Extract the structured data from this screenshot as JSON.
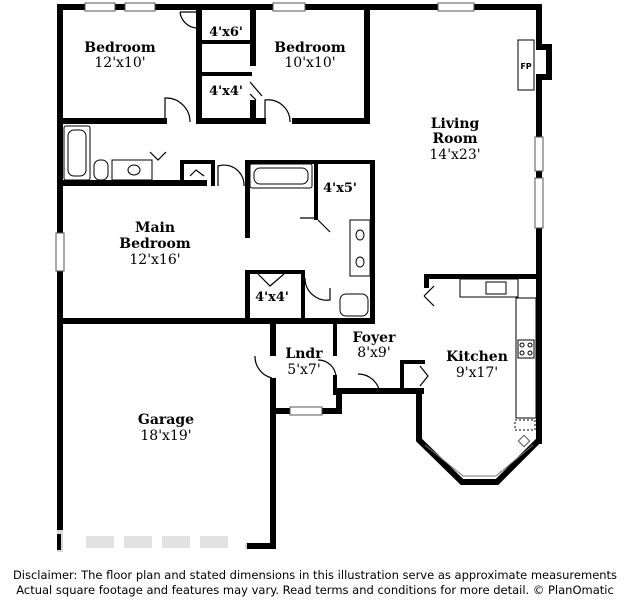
{
  "rooms": {
    "bedroom_a": {
      "name": "Bedroom",
      "dim": "12'x10'"
    },
    "closet_a": {
      "dim": "4'x6'"
    },
    "bedroom_b": {
      "name": "Bedroom",
      "dim": "10'x10'"
    },
    "closet_b": {
      "dim": "4'x4'"
    },
    "living": {
      "name_line1": "Living",
      "name_line2": "Room",
      "dim": "14'x23'"
    },
    "fireplace": {
      "label": "FP"
    },
    "closet_c": {
      "dim": "4'x5'"
    },
    "main_bedroom": {
      "name_line1": "Main",
      "name_line2": "Bedroom",
      "dim": "12'x16'"
    },
    "closet_d": {
      "dim": "4'x4'"
    },
    "foyer": {
      "name": "Foyer",
      "dim": "8'x9'"
    },
    "laundry": {
      "name": "Lndr",
      "dim": "5'x7'"
    },
    "kitchen": {
      "name": "Kitchen",
      "dim": "9'x17'"
    },
    "garage": {
      "name": "Garage",
      "dim": "18'x19'"
    }
  },
  "disclaimer": {
    "line1": "Disclaimer: The floor plan and stated dimensions in this illustration serve as approximate measurements",
    "line2": "Actual square footage and features may vary. Read terms and conditions for more detail. © PlanOmatic"
  }
}
